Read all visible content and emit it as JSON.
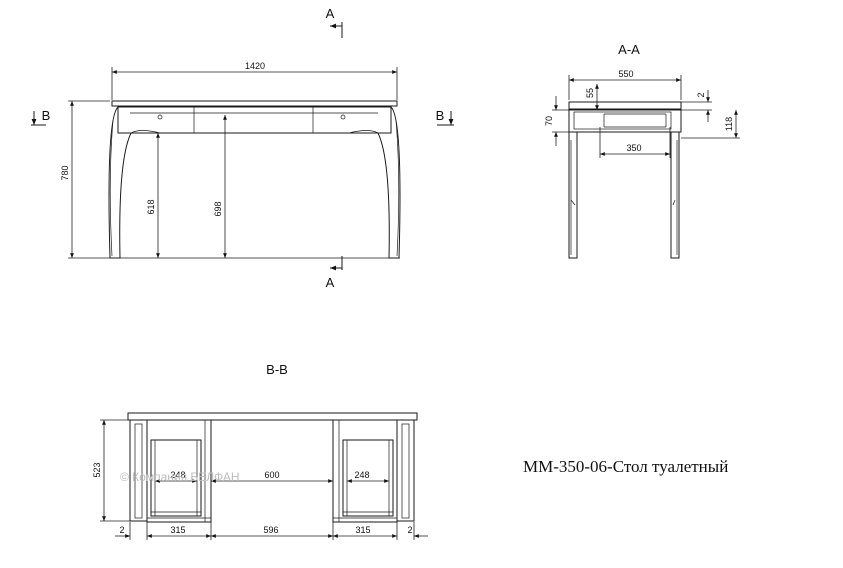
{
  "title": "MM-350-06-Стол туалетный",
  "watermark": "© Компания БЕЛФАН",
  "front_view": {
    "dims": {
      "width": "1420",
      "height": "780",
      "inner_618": "618",
      "inner_698": "698"
    },
    "section_marks": {
      "a_top": "A",
      "a_bottom": "A",
      "b_left": "B",
      "b_right": "B"
    }
  },
  "section_aa": {
    "label": "A-A",
    "dims": {
      "depth": "550",
      "top": "55",
      "gap": "2",
      "apron": "70",
      "drawer_h": "118",
      "drawer_d": "350"
    }
  },
  "section_bb": {
    "label": "B-B",
    "dims": {
      "height": "523",
      "drawer_l": "248",
      "middle": "600",
      "drawer_r": "248",
      "edge_l": "2",
      "box_l": "315",
      "opening": "596",
      "box_r": "315",
      "edge_r": "2"
    }
  }
}
